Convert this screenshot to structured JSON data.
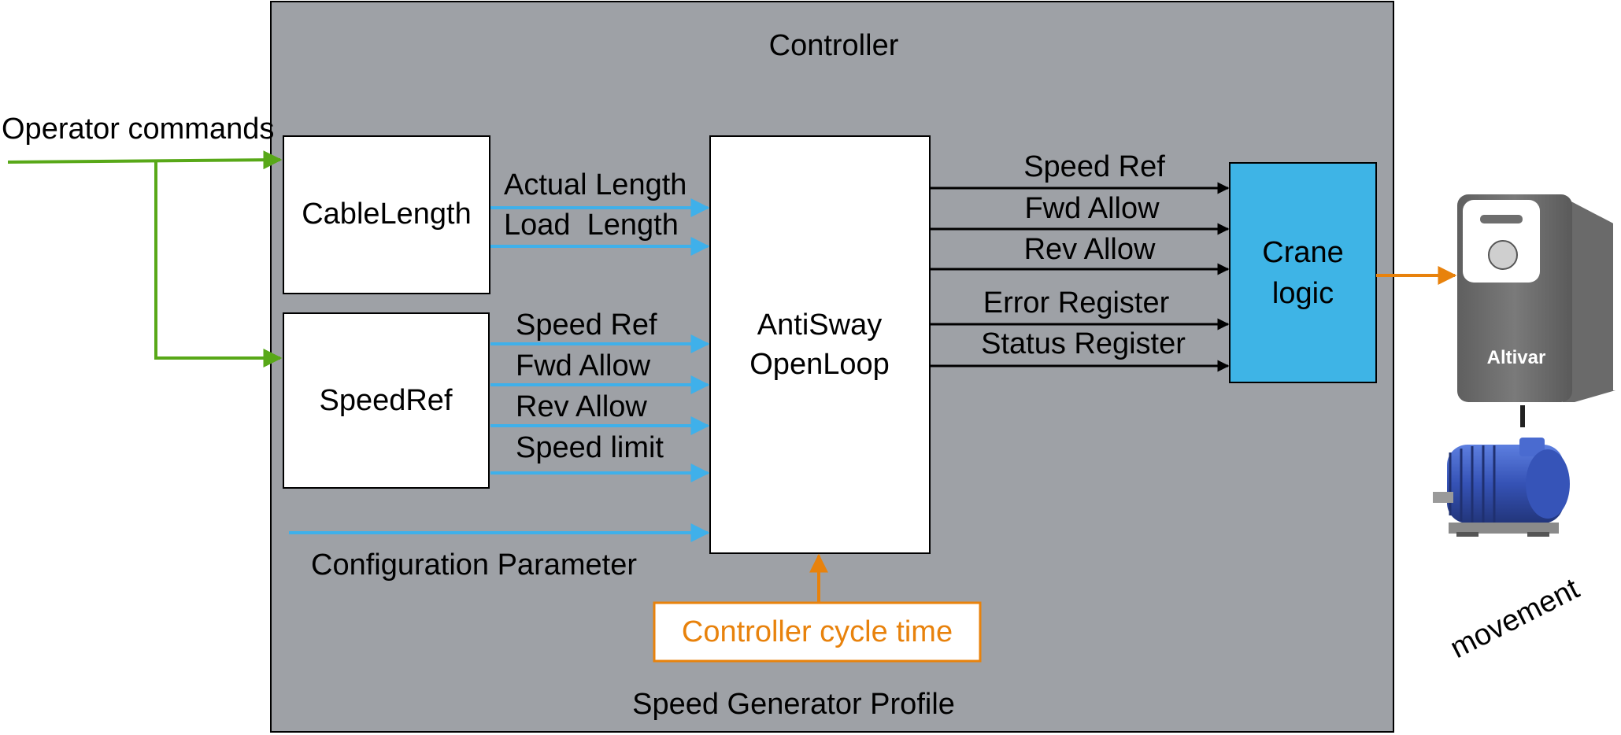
{
  "colors": {
    "controller_fill": "#9ea1a6",
    "box_fill": "#ffffff",
    "crane_fill": "#3eb4e6",
    "blue_arrow": "#3fb0ea",
    "green_arrow": "#58a818",
    "orange": "#e8820c",
    "black": "#000000",
    "drive_body": "#6e6e6e",
    "motor": "#3a5cc0"
  },
  "controller": {
    "title": "Controller",
    "footer": "Speed Generator Profile"
  },
  "operator": {
    "label": "Operator commands"
  },
  "blocks": {
    "cable_length": "CableLength",
    "speed_ref": "SpeedRef",
    "antisway": [
      "AntiSway",
      "OpenLoop"
    ],
    "crane": [
      "Crane",
      "logic"
    ]
  },
  "cable_outputs": [
    "Actual Length",
    "Load  Length"
  ],
  "speedref_outputs": [
    "Speed Ref",
    "Fwd Allow",
    "Rev Allow",
    "Speed limit"
  ],
  "config_label": "Configuration Parameter",
  "antisway_outputs": [
    "Speed Ref",
    "Fwd Allow",
    "Rev Allow",
    "Error Register",
    "Status Register"
  ],
  "cycle_time": "Controller cycle time",
  "drive": {
    "brand": "Altivar",
    "icon": "drive-icon"
  },
  "motor": {
    "icon": "motor-icon"
  },
  "movement": "movement"
}
